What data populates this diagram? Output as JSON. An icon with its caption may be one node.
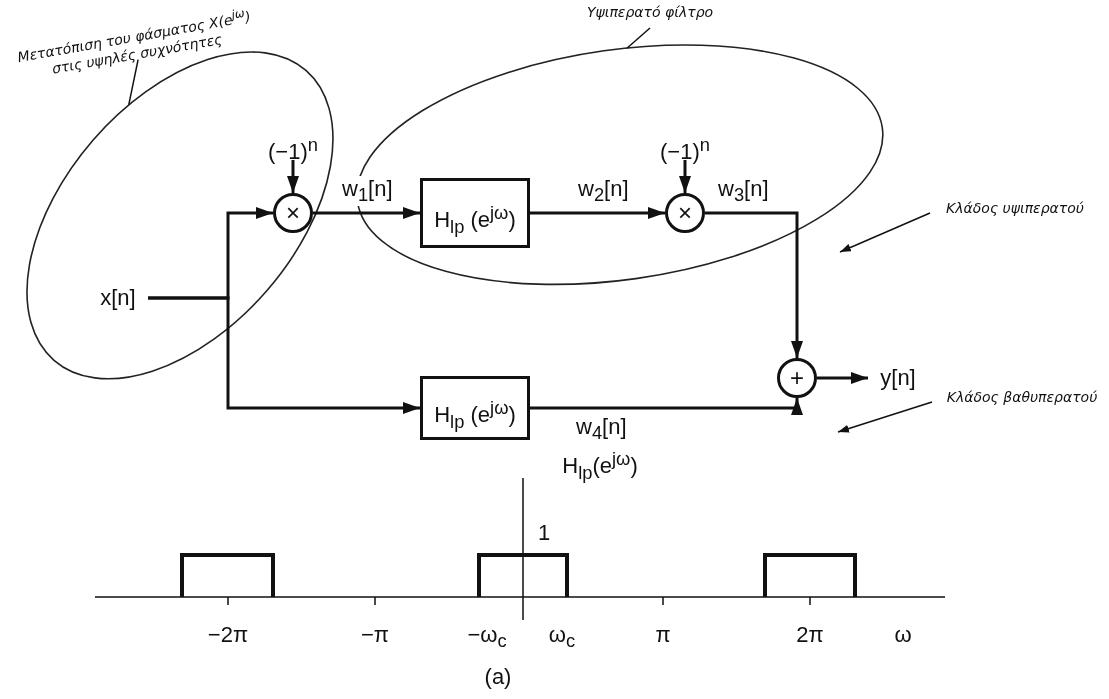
{
  "diagram": {
    "caption": "(a)",
    "nodes": [
      {
        "text": [
          "Μετατόπιση του φάσματος X(e$^{jω}$) στις υψηλές συχνότητες"
        ]
      },
      {
        "text": [],
        "shape": "ellipse"
      },
      {
        "text": [
          "Υψιπερατό φίλτρο"
        ]
      },
      {
        "text": [],
        "shape": "ellipse"
      },
      {
        "text": [
          "(−1)$^{n}$"
        ],
        "in": 1
      },
      {
        "text": [
          "×"
        ],
        "in": 1
      },
      {
        "text": [
          "x[n]"
        ],
        "in": 1
      },
      {
        "text": [
          "H$_{lp}$ (e$^{jω}$)"
        ],
        "in": 3
      },
      {
        "text": [
          "(−1)$^{n}$"
        ],
        "in": 3
      },
      {
        "text": [
          "×"
        ],
        "in": 3
      },
      {
        "text": [
          "Κλάδος υψιπερατού"
        ]
      },
      {
        "text": [
          "+"
        ]
      },
      {
        "text": [
          "y[n]"
        ]
      },
      {
        "text": [
          "Κλάδος βαθυπερατού"
        ]
      },
      {
        "text": [
          "H$_{lp}$ (e$^{jω}$)"
        ]
      }
    ],
    "edges": [
      {
        "from": 0,
        "to": 1,
        "arrow": "none"
      },
      {
        "from": 2,
        "to": 3,
        "arrow": "none"
      },
      {
        "from": 4,
        "to": 5,
        "arrow": "to"
      },
      {
        "from": 6,
        "to": 5,
        "arrow": "to"
      },
      {
        "from": 6,
        "to": 14,
        "arrow": "to"
      },
      {
        "from": 5,
        "to": 7,
        "arrow": "to",
        "label": "w$_{1}$[n]"
      },
      {
        "from": 8,
        "to": 9,
        "arrow": "to"
      },
      {
        "from": 7,
        "to": 9,
        "arrow": "to",
        "label": "w$_{2}$[n]"
      },
      {
        "from": 9,
        "to": 11,
        "arrow": "to",
        "label": "w$_{3}$[n]"
      },
      {
        "from": 14,
        "to": 11,
        "arrow": "to",
        "label": "w$_{4}$[n]"
      },
      {
        "from": 11,
        "to": 12,
        "arrow": "to"
      },
      {
        "from": 10,
        "to": null,
        "arrow": "to"
      },
      {
        "from": 13,
        "to": null,
        "arrow": "to"
      }
    ],
    "labels": [
      "H$_{lp}$(e$^{jω}$)",
      "1",
      "−2π",
      "−π",
      "−ω$_{c}$",
      "ω$_{c}$",
      "π",
      "2π",
      "ω"
    ]
  }
}
